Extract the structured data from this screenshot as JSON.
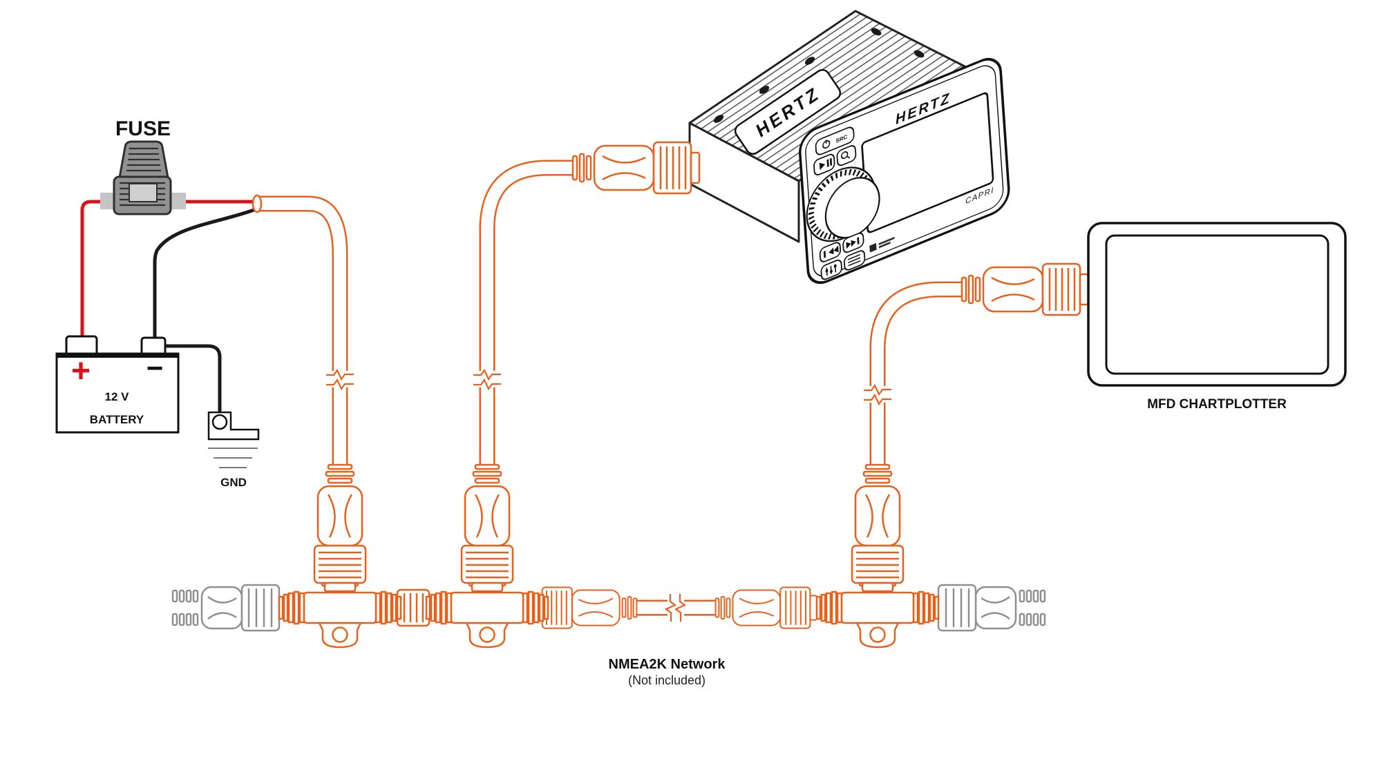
{
  "labels": {
    "fuse": "FUSE",
    "battery_plus": "+",
    "battery_minus": "−",
    "battery_voltage": "12 V",
    "battery_name": "BATTERY",
    "ground": "GND",
    "network_title": "NMEA2K Network",
    "network_subtitle": "(Not included)",
    "chartplotter": "MFD CHARTPLOTTER"
  },
  "head_unit": {
    "brand_top": "HERTZ",
    "brand_front": "HERTZ",
    "model": "CAPRI",
    "source_button": "SRC",
    "icons": [
      "power-icon",
      "play-pause-icon",
      "search-icon",
      "volume-knob",
      "prev-track-icon",
      "next-track-icon",
      "eq-icon",
      "menu-list-icon"
    ]
  },
  "colors": {
    "orange": "#E8611C",
    "red": "#D4161C",
    "black": "#1A1A1A",
    "gray": "#8F8F8F",
    "outline": "#111111"
  }
}
